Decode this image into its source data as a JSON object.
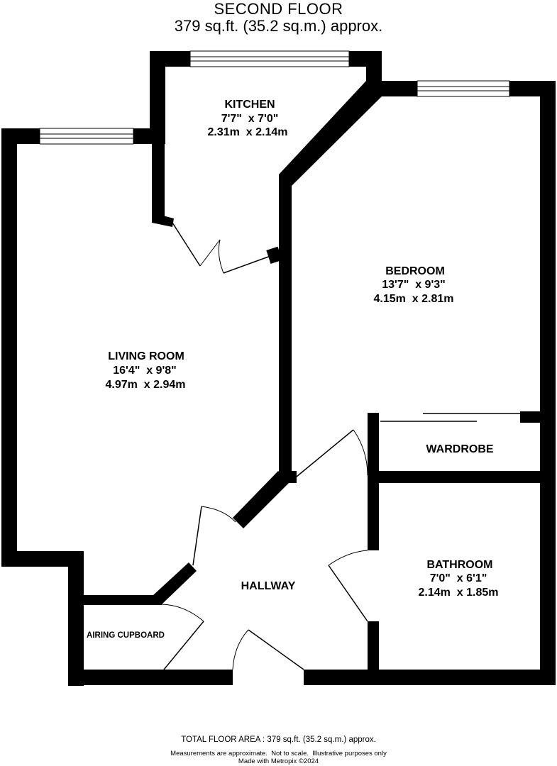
{
  "header": {
    "title": "SECOND FLOOR",
    "area": "379 sq.ft. (35.2 sq.m.) approx."
  },
  "rooms": {
    "kitchen": {
      "name": "KITCHEN",
      "imperial": "7'7\"  x 7'0\"",
      "metric": "2.31m  x 2.14m"
    },
    "bedroom": {
      "name": "BEDROOM",
      "imperial": "13'7\"  x 9'3\"",
      "metric": "4.15m  x 2.81m"
    },
    "living_room": {
      "name": "LIVING ROOM",
      "imperial": "16'4\"  x 9'8\"",
      "metric": "4.97m  x 2.94m"
    },
    "wardrobe": {
      "name": "WARDROBE"
    },
    "bathroom": {
      "name": "BATHROOM",
      "imperial": "7'0\"  x 6'1\"",
      "metric": "2.14m  x 1.85m"
    },
    "hallway": {
      "name": "HALLWAY"
    },
    "airing_cupboard": {
      "name": "AIRING CUPBOARD"
    }
  },
  "footer": {
    "total_area": "TOTAL FLOOR AREA : 379 sq.ft. (35.2 sq.m.) approx.",
    "disclaimer": "Measurements are approximate.  Not to scale.  Illustrative purposes only",
    "made_with": "Made with Metropix ©2024"
  }
}
